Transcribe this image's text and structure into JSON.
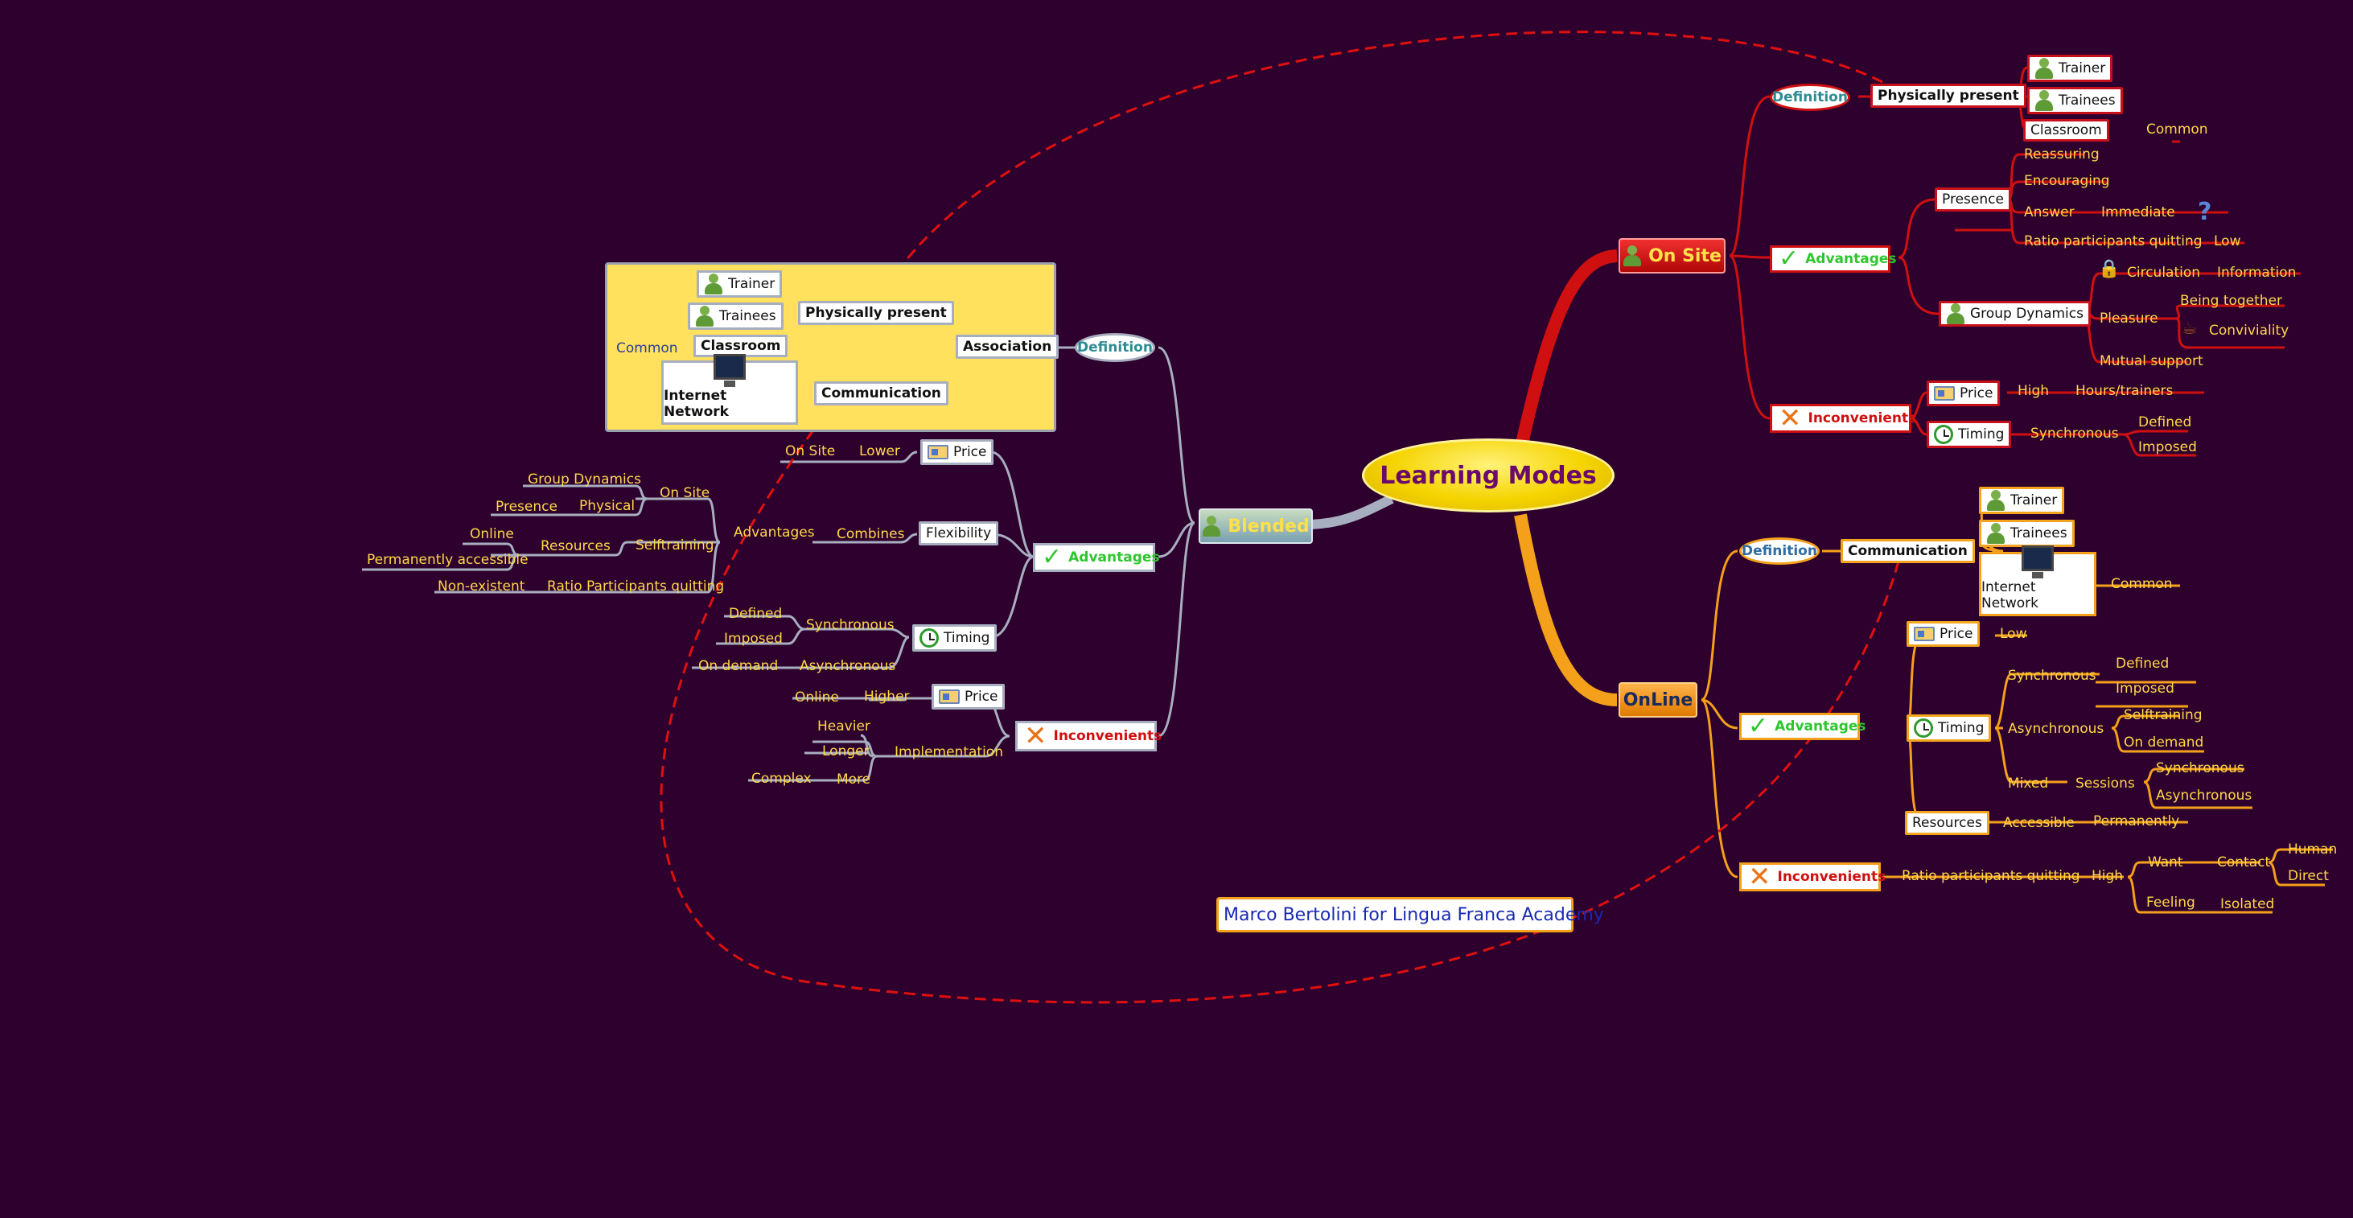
{
  "center": "Learning Modes",
  "credit": "Marco Bertolini for Lingua Franca Academy",
  "colors": {
    "background": "#2d002d",
    "onsite": "#d01010",
    "online": "#f5a01a",
    "blended": "#a7aebf",
    "text": "#ffd84a"
  },
  "onsite": {
    "title": "On Site",
    "definition": "Definition",
    "physically_present": "Physically present",
    "trainer": "Trainer",
    "trainees": "Trainees",
    "classroom": "Classroom",
    "common": "Common",
    "advantages": "Advantages",
    "presence": "Presence",
    "reassuring": "Reassuring",
    "encouraging": "Encouraging",
    "answer": "Answer",
    "immediate": "Immediate",
    "ratio": "Ratio participants quitting",
    "low": "Low",
    "group_dynamics": "Group Dynamics",
    "circulation": "Circulation",
    "information": "Information",
    "pleasure": "Pleasure",
    "being_together": "Being together",
    "conviviality": "Conviviality",
    "mutual_support": "Mutual support",
    "inconvenients": "Inconvenients",
    "price": "Price",
    "high": "High",
    "hours_trainers": "Hours/trainers",
    "timing": "Timing",
    "synchronous": "Synchronous",
    "defined": "Defined",
    "imposed": "Imposed"
  },
  "online": {
    "title": "OnLine",
    "definition": "Definition",
    "communication": "Communication",
    "trainer": "Trainer",
    "trainees": "Trainees",
    "internet_network": "Internet Network",
    "common": "Common",
    "advantages": "Advantages",
    "price": "Price",
    "low": "Low",
    "timing": "Timing",
    "synchronous": "Synchronous",
    "defined": "Defined",
    "imposed": "Imposed",
    "asynchronous": "Asynchronous",
    "selftraining": "Selftraining",
    "on_demand": "On demand",
    "mixed": "Mixed",
    "sessions": "Sessions",
    "sessions_sync": "Synchronous",
    "sessions_async": "Asynchronous",
    "resources": "Resources",
    "accessible": "Accessible",
    "permanently": "Permanently",
    "inconvenients": "Inconvenients",
    "ratio": "Ratio participants quitting",
    "high": "High",
    "want": "Want",
    "contact": "Contact",
    "human": "Human",
    "direct": "Direct",
    "feeling": "Feeling",
    "isolated": "Isolated"
  },
  "blended": {
    "title": "Blended",
    "definition": "Definition",
    "association": "Association",
    "physically_present": "Physically present",
    "communication": "Communication",
    "trainer": "Trainer",
    "trainees": "Trainees",
    "classroom": "Classroom",
    "common": "Common",
    "internet_network": "Internet Network",
    "advantages": "Advantages",
    "price": "Price",
    "lower": "Lower",
    "on_site": "On Site",
    "flexibility": "Flexibility",
    "combines": "Combines",
    "adv": "Advantages",
    "adv_on_site": "On Site",
    "group_dynamics": "Group Dynamics",
    "physical": "Physical",
    "presence": "Presence",
    "selftraining": "Selftraining",
    "resources": "Resources",
    "online": "Online",
    "permanently_accessible": "Permanently accessible",
    "ratio": "Ratio Participants quitting",
    "non_existent": "Non-existent",
    "timing": "Timing",
    "synchronous": "Synchronous",
    "defined": "Defined",
    "imposed": "Imposed",
    "asynchronous": "Asynchronous",
    "on_demand": "On demand",
    "inconvenients": "Inconvenients",
    "inc_price": "Price",
    "higher": "Higher",
    "inc_online": "Online",
    "implementation": "Implementation",
    "heavier": "Heavier",
    "longer": "Longer",
    "more": "More",
    "complex": "Complex"
  }
}
